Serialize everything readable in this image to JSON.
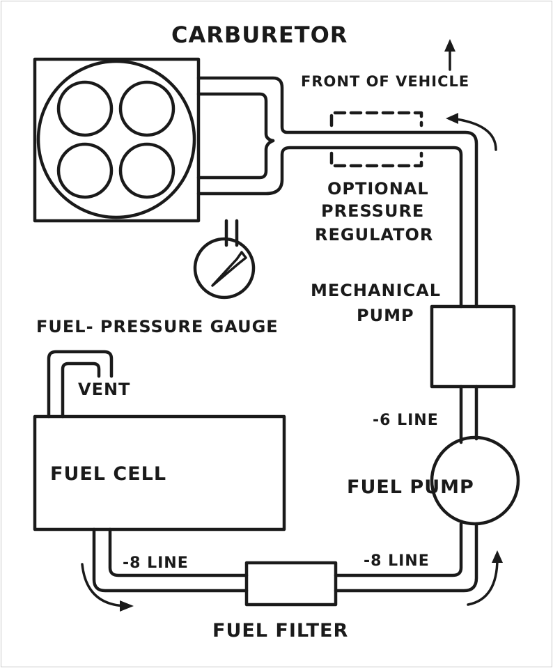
{
  "labels": {
    "carburetor": "CARBURETOR",
    "front_of_vehicle": "FRONT OF VEHICLE",
    "optional_pressure_regulator_line1": "OPTIONAL",
    "optional_pressure_regulator_line2": "PRESSURE",
    "optional_pressure_regulator_line3": "REGULATOR",
    "mechanical_pump_line1": "MECHANICAL",
    "mechanical_pump_line2": "PUMP",
    "fuel_pressure_gauge": "FUEL- PRESSURE GAUGE",
    "vent": "VENT",
    "fuel_cell": "FUEL CELL",
    "six_line": "-6 LINE",
    "fuel_pump": "FUEL PUMP",
    "eight_line_left": "-8 LINE",
    "eight_line_right": "-8 LINE",
    "fuel_filter": "FUEL FILTER"
  },
  "colors": {
    "ink": "#1a1a1a",
    "background": "#ffffff"
  }
}
